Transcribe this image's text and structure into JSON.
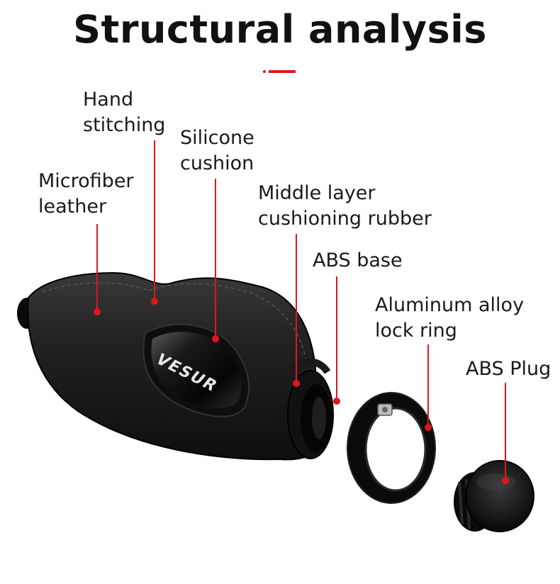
{
  "title": "Structural analysis",
  "colors": {
    "accent": "#e0161c",
    "leather": "#1c1c1c",
    "metal": "#0d0d0d"
  },
  "logo_text": "VESUR",
  "labels": [
    {
      "id": "hand-stitching",
      "lines": [
        "Hand",
        "stitching"
      ]
    },
    {
      "id": "silicone-cushion",
      "lines": [
        "Silicone",
        "cushion"
      ]
    },
    {
      "id": "microfiber-leather",
      "lines": [
        "Microfiber",
        "leather"
      ]
    },
    {
      "id": "middle-layer",
      "lines": [
        "Middle layer",
        "cushioning rubber"
      ]
    },
    {
      "id": "abs-base",
      "lines": [
        "ABS base"
      ]
    },
    {
      "id": "aluminum-ring",
      "lines": [
        "Aluminum alloy",
        "lock ring"
      ]
    },
    {
      "id": "abs-plug",
      "lines": [
        "ABS Plug"
      ]
    }
  ]
}
